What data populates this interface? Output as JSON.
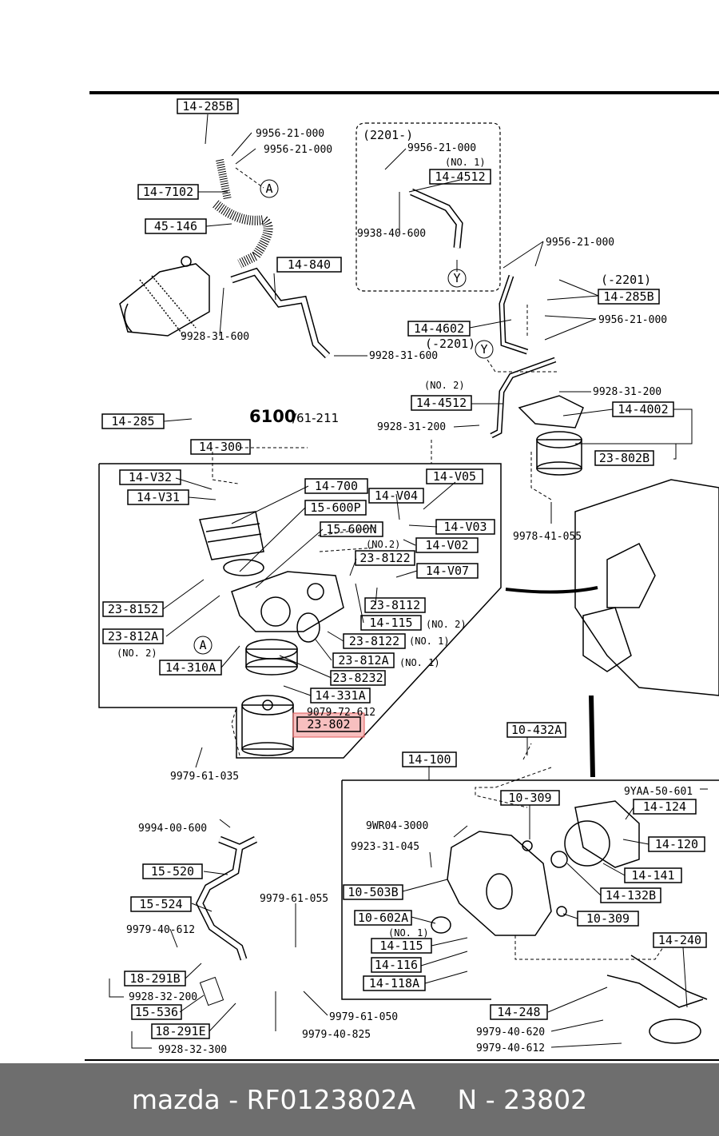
{
  "diagram": {
    "partnums": [
      "9956-21-000",
      "9956-21-000",
      "9928-31-600",
      "9928-31-600",
      "9956-21-000",
      "9938-40-600",
      "9956-21-000",
      "9956-21-000",
      "9928-31-200",
      "9928-31-200",
      "9978-41-055",
      "9079-72-612",
      "9979-61-035",
      "9994-00-600",
      "9979-61-055",
      "9979-40-612",
      "9928-32-200",
      "9928-32-300",
      "9979-61-050",
      "9979-40-825",
      "9YAA-50-601",
      "9WR04-3000",
      "9923-31-045",
      "9979-40-620",
      "9979-40-612"
    ],
    "boxed": [
      "14-285B",
      "14-7102",
      "45-146",
      "14-840",
      "14-4512",
      "14-285B",
      "14-4602",
      "14-4512",
      "14-4002",
      "23-802B",
      "14-285",
      "14-300",
      "14-V32",
      "14-V31",
      "14-700",
      "15-600P",
      "15-600N",
      "14-V04",
      "14-V05",
      "14-V03",
      "14-V02",
      "23-8122",
      "14-V07",
      "23-8112",
      "14-115",
      "23-8152",
      "23-812A",
      "14-310A",
      "23-8122",
      "23-812A",
      "23-8232",
      "14-331A",
      "23-802",
      "10-432A",
      "14-100",
      "10-309",
      "14-124",
      "14-120",
      "14-141",
      "14-132B",
      "10-503B",
      "10-602A",
      "10-309",
      "14-115",
      "14-116",
      "14-118A",
      "14-248",
      "14-240",
      "15-520",
      "15-524",
      "18-291B",
      "15-536",
      "18-291E"
    ],
    "notes": [
      "(2201-)",
      "(NO. 1)",
      "(-2201)",
      "(-2201)",
      "(NO. 2)",
      "(NO.2)",
      "(NO. 2)",
      "(NO. 1)",
      "(NO. 1)",
      "(NO. 2)",
      "(NO. 1)"
    ],
    "circle_labels": [
      "A",
      "Y",
      "Y",
      "A"
    ],
    "ref_main": "6100",
    "ref_sub": "/61-211"
  },
  "footer": {
    "brand": "mazda",
    "sep1": " - ",
    "part": "RF0123802A",
    "gap": "     ",
    "n_label": "N",
    "sep2": " - ",
    "n_value": "23802"
  },
  "colors": {
    "highlight": "#f08a8a",
    "footer_bg": "#6e6e6e"
  }
}
